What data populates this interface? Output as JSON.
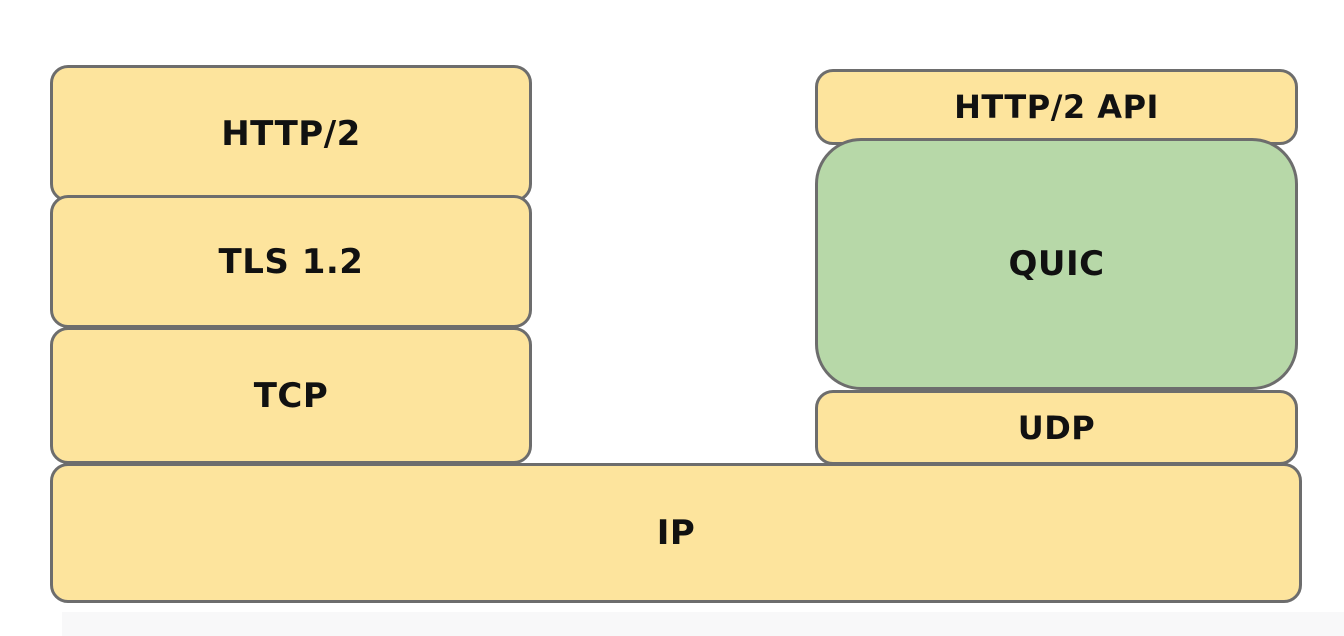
{
  "diagram": {
    "left_stack": {
      "http2": "HTTP/2",
      "tls": "TLS 1.2",
      "tcp": "TCP"
    },
    "right_stack": {
      "http2_api": "HTTP/2 API",
      "quic": "QUIC",
      "udp": "UDP"
    },
    "base": {
      "ip": "IP"
    },
    "colors": {
      "layer_fill": "#fde49d",
      "quic_fill": "#b7d8a8",
      "border": "#6d6d6d",
      "text": "#111111"
    }
  }
}
